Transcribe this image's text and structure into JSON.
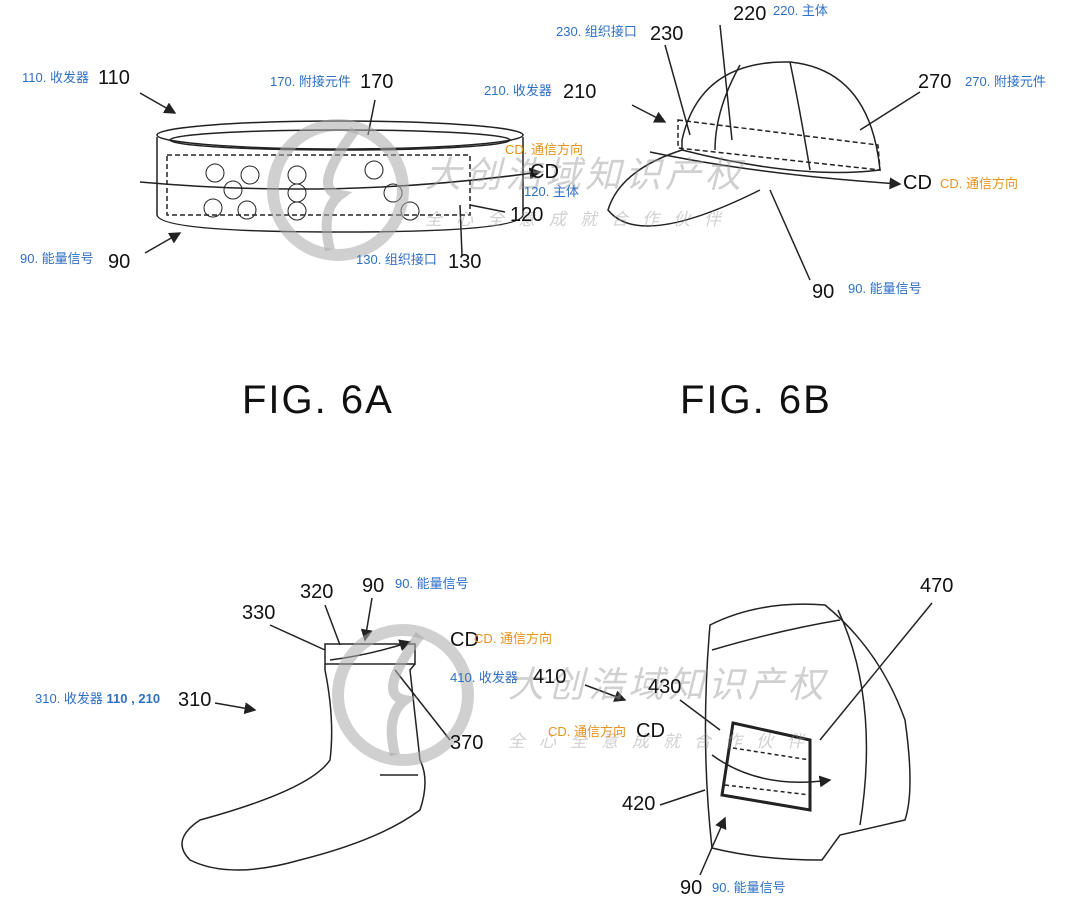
{
  "fig6a": {
    "title": "FIG. 6A",
    "labels": {
      "transceiver_cn": "110. 收发器",
      "transceiver_num": "110",
      "attach_cn": "170. 附接元件",
      "attach_num": "170",
      "cd_cn": "CD. 通信方向",
      "cd_num": "CD",
      "body_cn": "120. 主体",
      "body_num": "120",
      "energy_cn": "90. 能量信号",
      "energy_num": "90",
      "tissue_cn": "130. 组织接口",
      "tissue_num": "130"
    }
  },
  "fig6b": {
    "title": "FIG. 6B",
    "labels": {
      "body_num": "220",
      "body_cn": "220. 主体",
      "tissue_cn": "230. 组织接口",
      "tissue_num": "230",
      "transceiver_cn": "210. 收发器",
      "transceiver_num": "210",
      "attach_num": "270",
      "attach_cn": "270. 附接元件",
      "cd_num": "CD",
      "cd_cn": "CD. 通信方向",
      "energy_num": "90",
      "energy_cn": "90. 能量信号"
    }
  },
  "fig6c": {
    "labels": {
      "n320": "320",
      "energy_num": "90",
      "energy_cn": "90. 能量信号",
      "n330": "330",
      "cd_num": "CD",
      "cd_cn": "CD. 通信方向",
      "transceiver_cn": "310. 收发器",
      "ref_110": "110",
      "ref_sep": " , ",
      "ref_210": "210",
      "transceiver_num": "310",
      "n370": "370"
    }
  },
  "fig6d": {
    "labels": {
      "transceiver_cn": "410. 收发器",
      "transceiver_num": "410",
      "n430": "430",
      "cd_cn": "CD. 通信方向",
      "cd_num": "CD",
      "n470": "470",
      "n420": "420",
      "energy_num": "90",
      "energy_cn": "90. 能量信号"
    }
  },
  "watermark": {
    "name": "大创浩域知识产权",
    "slogan": "全心全意成就合作伙伴"
  }
}
